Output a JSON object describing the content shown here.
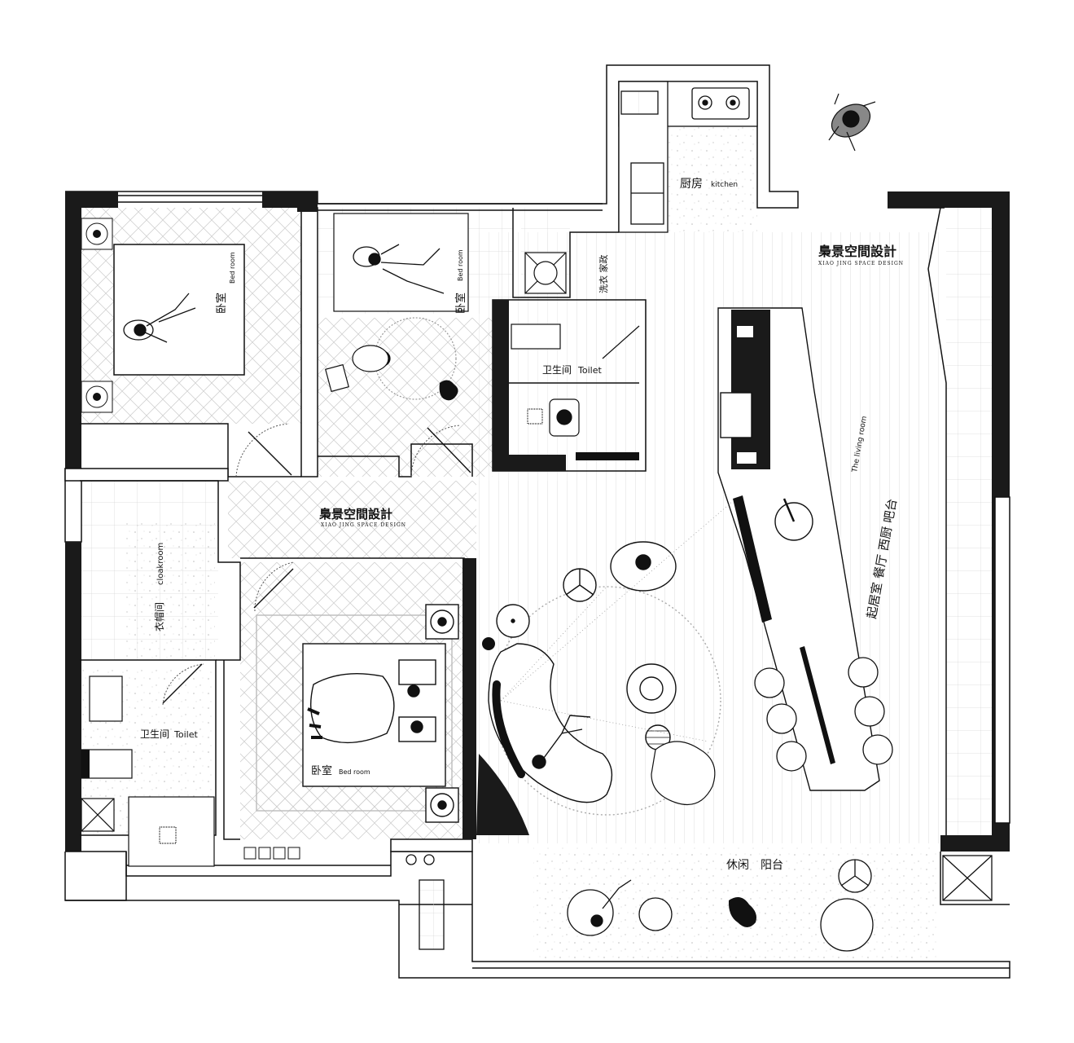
{
  "rooms": {
    "kitchen": {
      "zh": "厨房",
      "en": "kitchen"
    },
    "laundry": {
      "zh": "洗衣 家政"
    },
    "bedroom_tl": {
      "zh": "卧室",
      "en": "Bed room"
    },
    "bedroom_tm": {
      "zh": "卧室",
      "en": "Bed room"
    },
    "bedroom_main": {
      "zh": "卧室",
      "en": "Bed room"
    },
    "toilet_center": {
      "zh": "卫生间",
      "en": "Toilet"
    },
    "toilet_left": {
      "zh": "卫生间",
      "en": "Toilet"
    },
    "cloakroom": {
      "zh": "衣帽间",
      "en": "cloakroom"
    },
    "living": {
      "zh": "起居室 餐厅 西厨 吧台",
      "en": "The living room"
    },
    "balcony": {
      "zh": "休闲　阳台"
    }
  },
  "brand": {
    "name": "梟景空間設計",
    "sub": "XIAO JING SPACE DESIGN"
  },
  "colors": {
    "wall": "#1a1a1a",
    "line": "#222222",
    "floor_hatch": "#cfcfcf",
    "figure": "#888888"
  }
}
